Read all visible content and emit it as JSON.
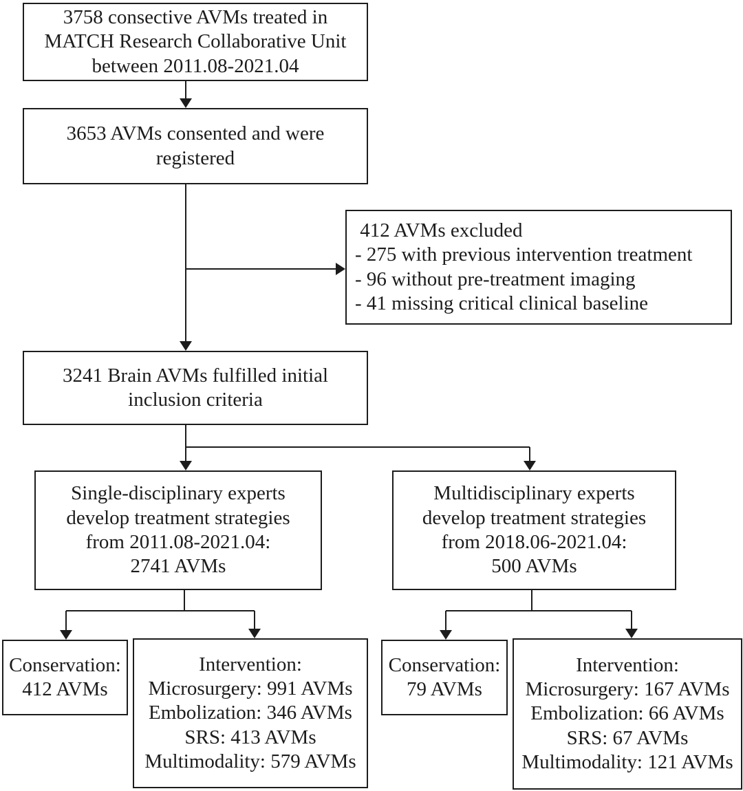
{
  "figure": {
    "type": "flowchart",
    "background_color": "#ffffff",
    "border_color": "#1c1c1c",
    "text_color": "#1c1c1c"
  },
  "boxes": {
    "enrolled": {
      "text": "3758 consective AVMs treated in\nMATCH Research Collaborative Unit\nbetween 2011.08-2021.04"
    },
    "consented": {
      "text": "3653 AVMs consented and were\nregistered"
    },
    "excluded": {
      "text": " 412 AVMs excluded\n- 275 with previous intervention treatment\n- 96 without pre-treatment imaging\n- 41 missing critical clinical baseline"
    },
    "included": {
      "text": "3241 Brain AVMs fulfilled initial\ninclusion criteria"
    },
    "single_disciplinary": {
      "text": "Single-disciplinary experts\ndevelop treatment strategies\nfrom 2011.08-2021.04:\n2741 AVMs"
    },
    "multidisciplinary": {
      "text": "Multidisciplinary experts\ndevelop treatment strategies\nfrom 2018.06-2021.04:\n500 AVMs"
    },
    "conservation_single": {
      "text": "Conservation:\n412 AVMs"
    },
    "intervention_single": {
      "text": "Intervention:\nMicrosurgery: 991 AVMs\nEmbolization: 346 AVMs\nSRS: 413 AVMs\nMultimodality: 579 AVMs"
    },
    "conservation_multi": {
      "text": "Conservation:\n79 AVMs"
    },
    "intervention_multi": {
      "text": "Intervention:\nMicrosurgery: 167 AVMs\nEmbolization: 66 AVMs\nSRS: 67 AVMs\nMultimodality: 121 AVMs"
    }
  },
  "edges": [
    {
      "from": "enrolled",
      "to": "consented"
    },
    {
      "from": "consented",
      "to": "excluded"
    },
    {
      "from": "consented",
      "to": "included"
    },
    {
      "from": "included",
      "to": "single_disciplinary"
    },
    {
      "from": "included",
      "to": "multidisciplinary"
    },
    {
      "from": "single_disciplinary",
      "to": "conservation_single"
    },
    {
      "from": "single_disciplinary",
      "to": "intervention_single"
    },
    {
      "from": "multidisciplinary",
      "to": "conservation_multi"
    },
    {
      "from": "multidisciplinary",
      "to": "intervention_multi"
    }
  ]
}
